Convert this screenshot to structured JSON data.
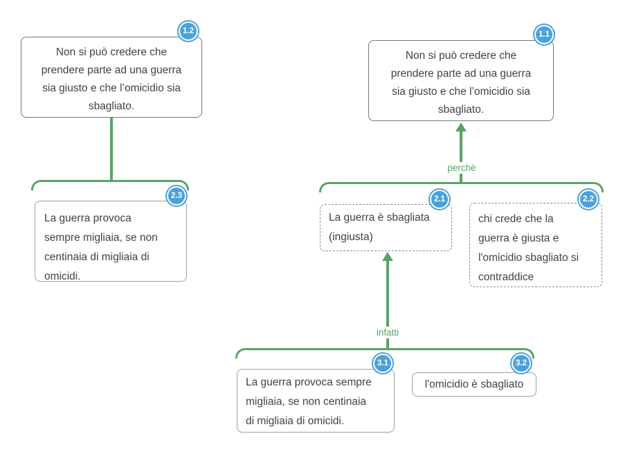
{
  "app": {
    "name": "argument-map-canvas"
  },
  "colors": {
    "connector_green": "#58a368",
    "badge_blue": "#4aa2dc",
    "node_text": "#3d4248",
    "solid_border_dark": "#70777e",
    "solid_border_light": "#9aa0a6",
    "dashed_border": "#868c92",
    "background": "#ffffff"
  },
  "edges": {
    "perche_label": "perchè",
    "infatti_label": "infatti"
  },
  "nodes": {
    "n12": {
      "badge": "1.2",
      "text": "Non si può credere che\nprendere parte ad una guerra\nsia giusto e che l’omicidio sia\nsbagliato."
    },
    "n11": {
      "badge": "1.1",
      "text": "Non si può credere che\nprendere parte ad una guerra\nsia giusto e che l’omicidio sia\nsbagliato."
    },
    "n23": {
      "badge": "2.3",
      "text": "La guerra provoca\nsempre migliaia, se non\ncentinaia di migliaia di\nomicidi."
    },
    "n21": {
      "badge": "2.1",
      "text": "La guerra è sbagliata\n(ingiusta)"
    },
    "n22": {
      "badge": "2.2",
      "text": "chi crede che la\nguerra è giusta e\nl'omicidio sbagliato si\ncontraddice"
    },
    "n31": {
      "badge": "3.1",
      "text": "La guerra provoca sempre\nmigliaia, se non centinaia\ndi migliaia di omicidi."
    },
    "n32": {
      "badge": "3.2",
      "text": "l'omicidio è sbagliato"
    }
  }
}
